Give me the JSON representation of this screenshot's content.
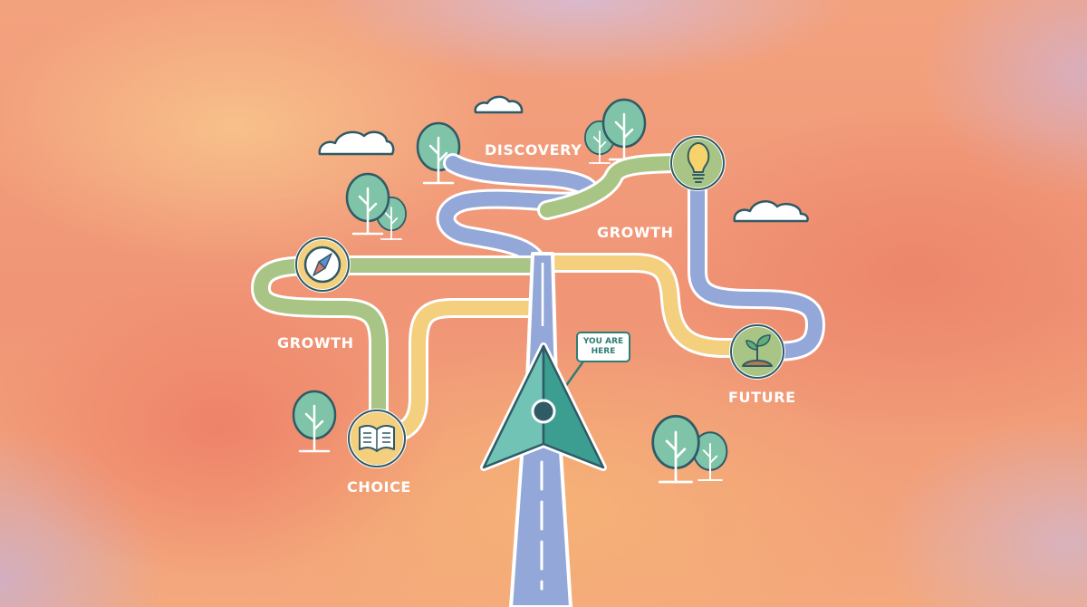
{
  "labels": {
    "discovery": "DISCOVERY",
    "growth_right": "GROWTH",
    "growth_left": "GROWTH",
    "choice": "CHOICE",
    "future": "FUTURE"
  },
  "marker": {
    "you_are_here": "YOU ARE HERE"
  },
  "icons": [
    "compass-icon",
    "lightbulb-icon",
    "book-icon",
    "sprout-icon",
    "navigation-arrow-icon"
  ],
  "colors": {
    "blue_road": "#93a8d8",
    "green_road": "#a8c585",
    "yellow_road": "#f3cf7e",
    "outline": "#2f5a66",
    "teal_arrow": "#49a99a",
    "tree": "#7fc3a8"
  }
}
